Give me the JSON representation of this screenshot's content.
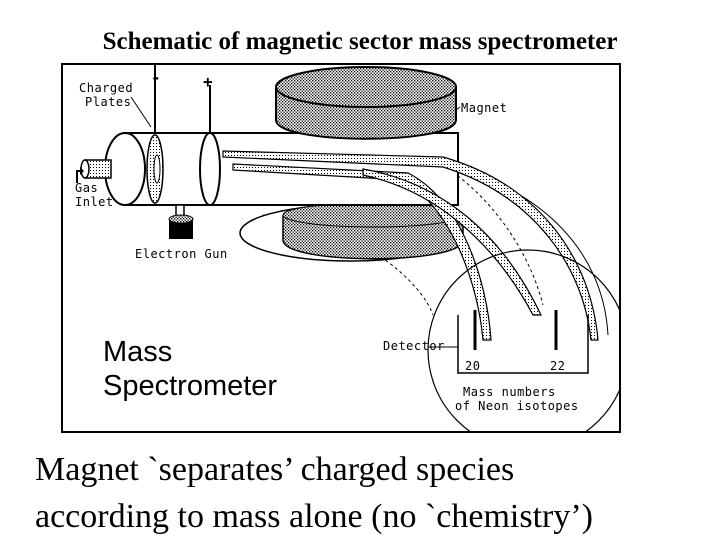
{
  "slide": {
    "title": "Schematic of magnetic sector mass spectrometer",
    "caption_line1": "Magnet `separates’ charged species",
    "caption_line2": "according to mass alone (no `chemistry’)"
  },
  "diagram": {
    "label_charged": "Charged",
    "label_plates": "Plates",
    "label_minus": "-",
    "label_plus": "+",
    "label_magnet": "Magnet",
    "label_gas": "Gas",
    "label_inlet": "Inlet",
    "label_electron_gun": "Electron Gun",
    "label_detector": "Detector",
    "label_20": "20",
    "label_22": "22",
    "label_mass_numbers": "Mass numbers",
    "label_of_neon": "of Neon isotopes",
    "big_title_line1": "Mass",
    "big_title_line2": "Spectrometer"
  }
}
